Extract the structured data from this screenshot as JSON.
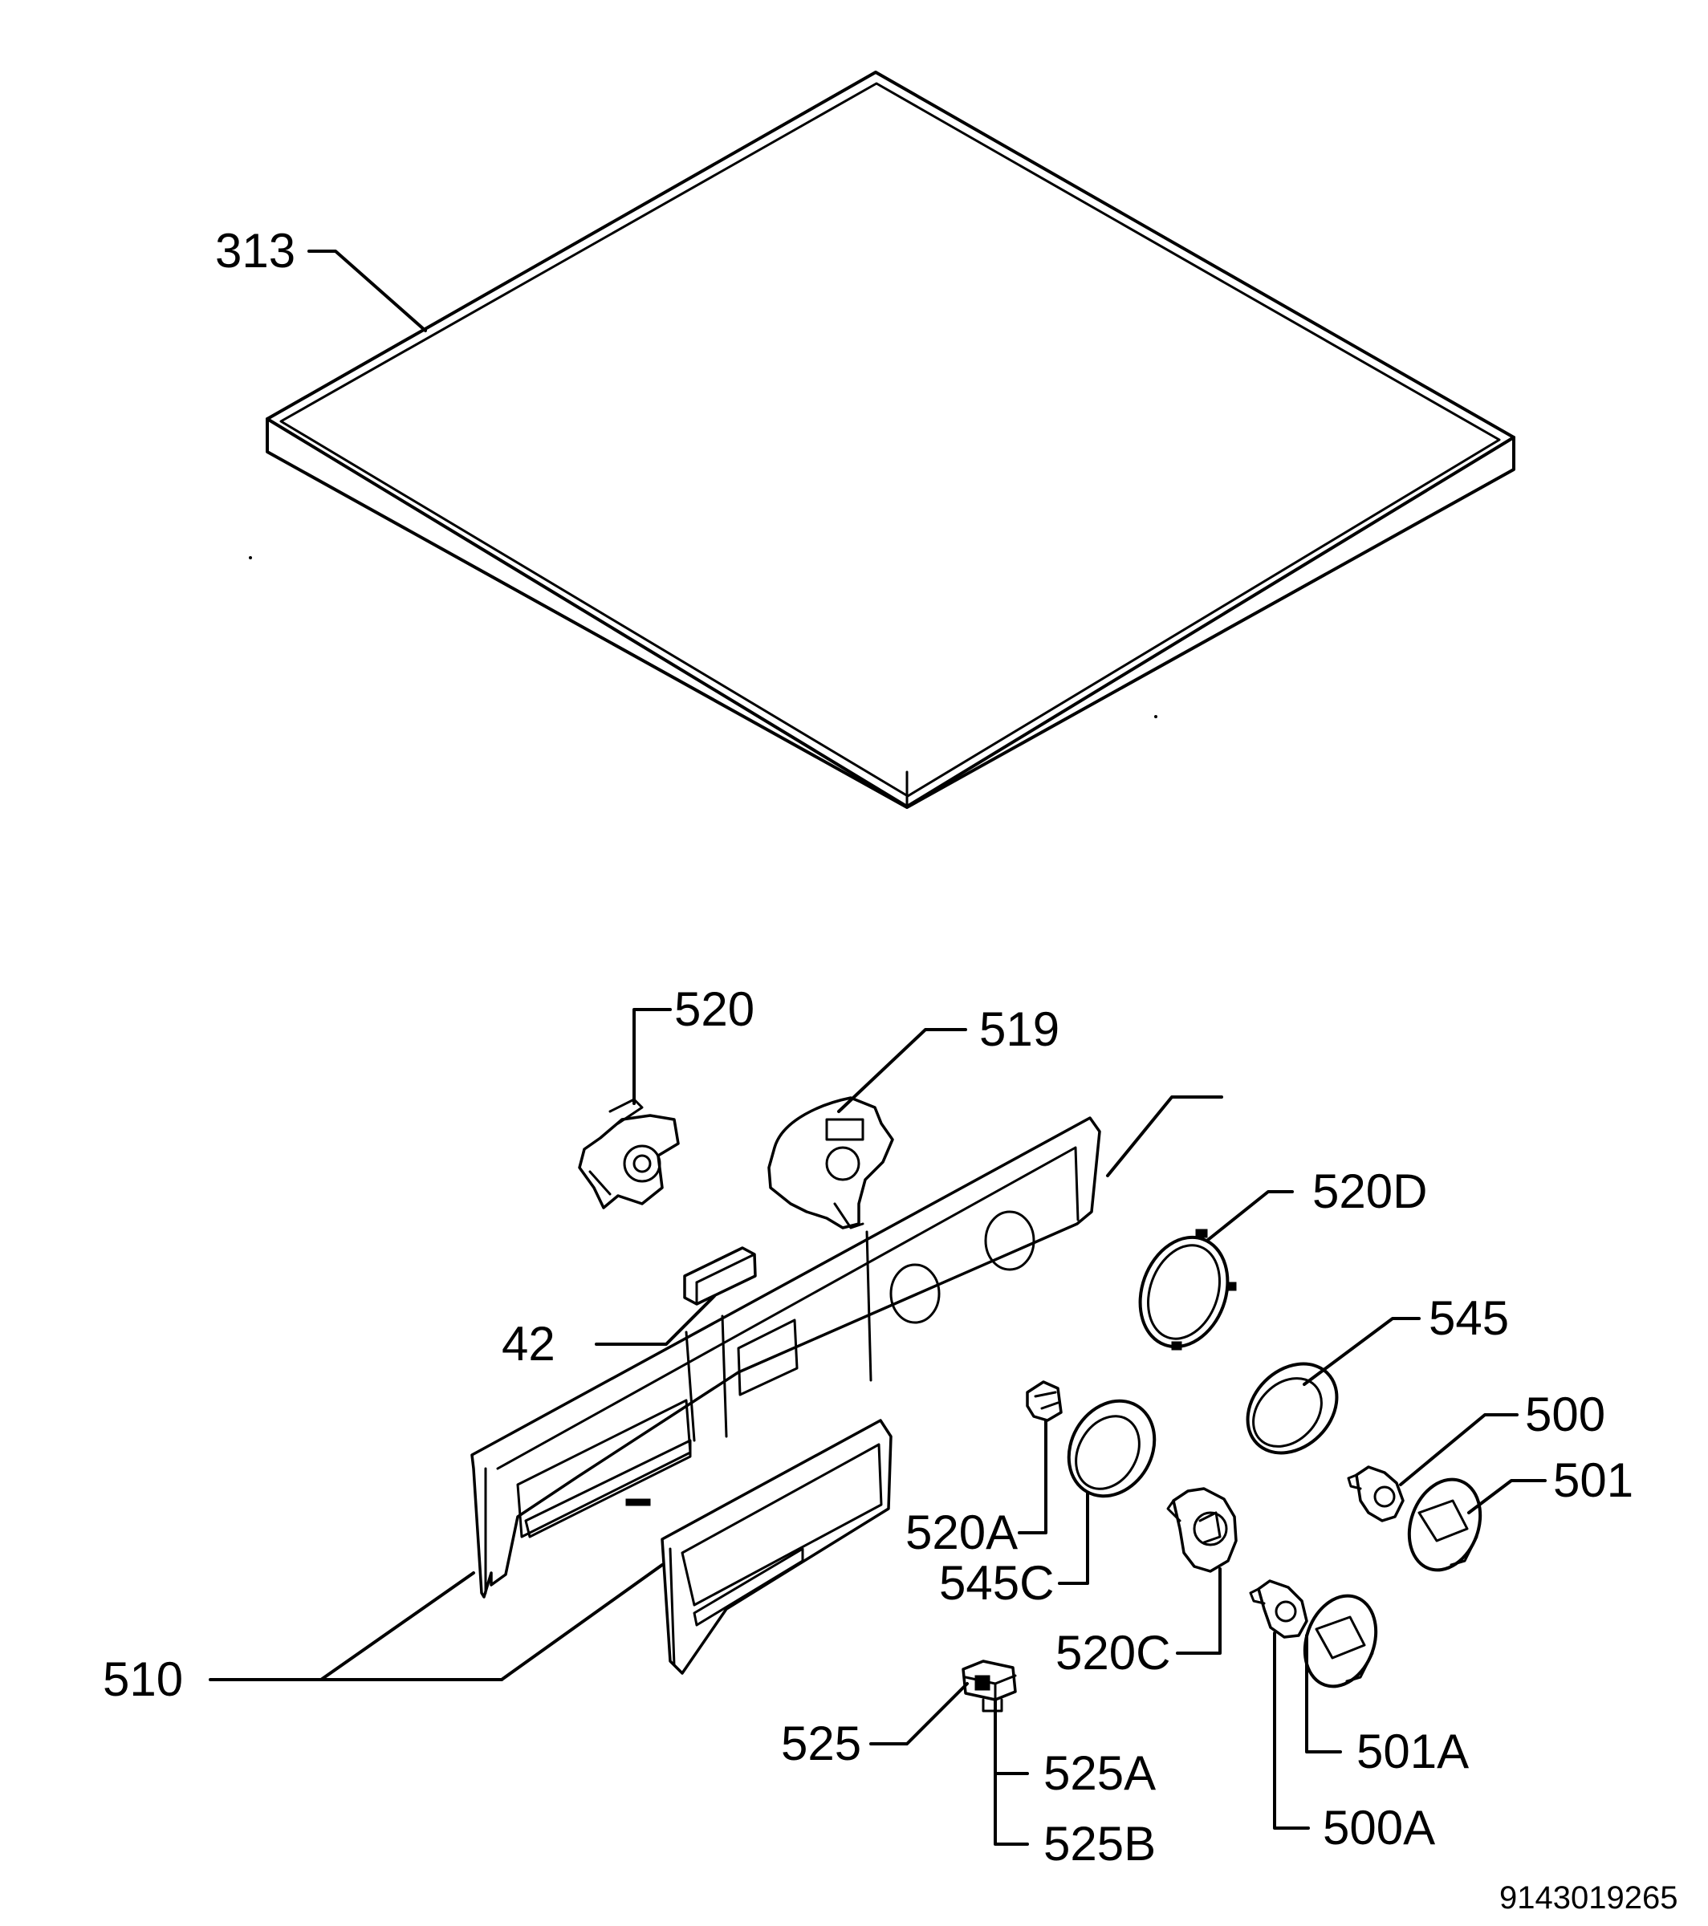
{
  "labels": {
    "p313": "313",
    "p520": "520",
    "p519": "519",
    "p520D": "520D",
    "p545": "545",
    "p500": "500",
    "p501": "501",
    "p42": "42",
    "p520A": "520A",
    "p545C": "545C",
    "p520C": "520C",
    "p510": "510",
    "p525": "525",
    "p525A": "525A",
    "p525B": "525B",
    "p501A": "501A",
    "p500A": "500A"
  },
  "doc_number": "9143019265"
}
